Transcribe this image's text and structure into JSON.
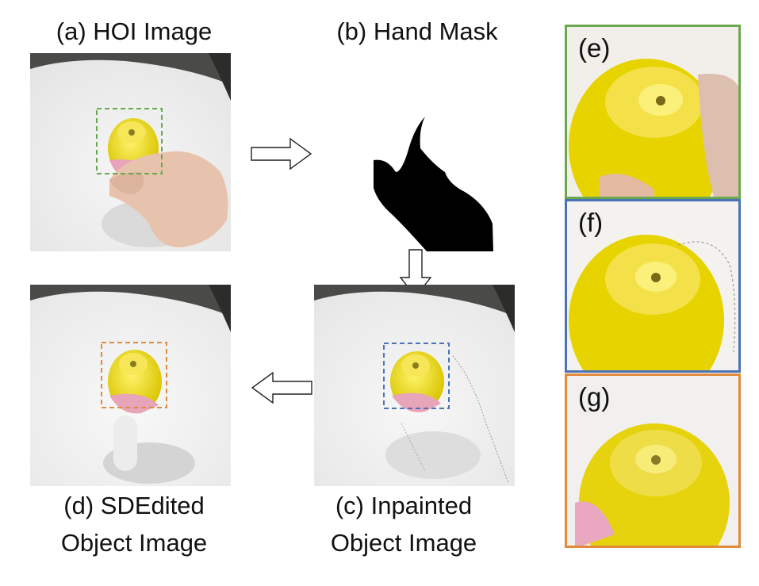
{
  "panels": {
    "a": {
      "caption": "(a) HOI Image"
    },
    "b": {
      "caption": "(b) Hand Mask"
    },
    "c": {
      "caption_line1": "(c) Inpainted",
      "caption_line2": "Object Image"
    },
    "d": {
      "caption_line1": "(d) SDEdited",
      "caption_line2": "Object Image"
    }
  },
  "zooms": [
    {
      "label": "(e)",
      "color": "#6aa84f"
    },
    {
      "label": "(f)",
      "color": "#4a72b5"
    },
    {
      "label": "(g)",
      "color": "#e08a3c"
    }
  ],
  "box_colors": {
    "green": "#6aa84f",
    "blue": "#4a72b5",
    "orange": "#e08a3c"
  }
}
